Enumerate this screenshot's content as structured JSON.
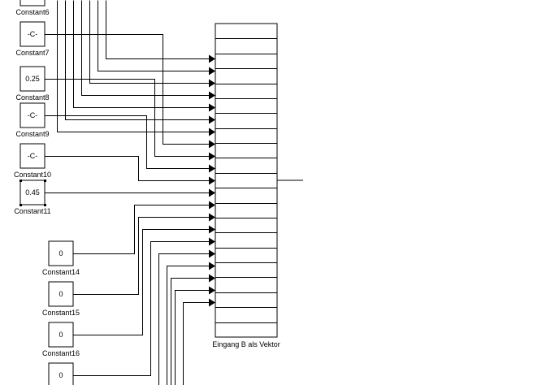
{
  "blocks": [
    {
      "id": "constant6",
      "value": "",
      "label": "Constant6"
    },
    {
      "id": "constant7",
      "value": "-C-",
      "label": "Constant7"
    },
    {
      "id": "constant8",
      "value": "0.25",
      "label": "Constant8"
    },
    {
      "id": "constant9",
      "value": "-C-",
      "label": "Constant9"
    },
    {
      "id": "constant10",
      "value": "-C-",
      "label": "Constant10"
    },
    {
      "id": "constant11",
      "value": "0.45",
      "label": "Constant11",
      "selected": true
    },
    {
      "id": "constant14",
      "value": "0",
      "label": "Constant14"
    },
    {
      "id": "constant15",
      "value": "0",
      "label": "Constant15"
    },
    {
      "id": "constant16",
      "value": "0",
      "label": "Constant16"
    },
    {
      "id": "constant17",
      "value": "0",
      "label": ""
    }
  ],
  "mux": {
    "label": "Eingang B als Vektor",
    "inputs": 21,
    "connected_inputs": 21
  },
  "colors": {
    "line": "#000000",
    "background": "#ffffff"
  }
}
